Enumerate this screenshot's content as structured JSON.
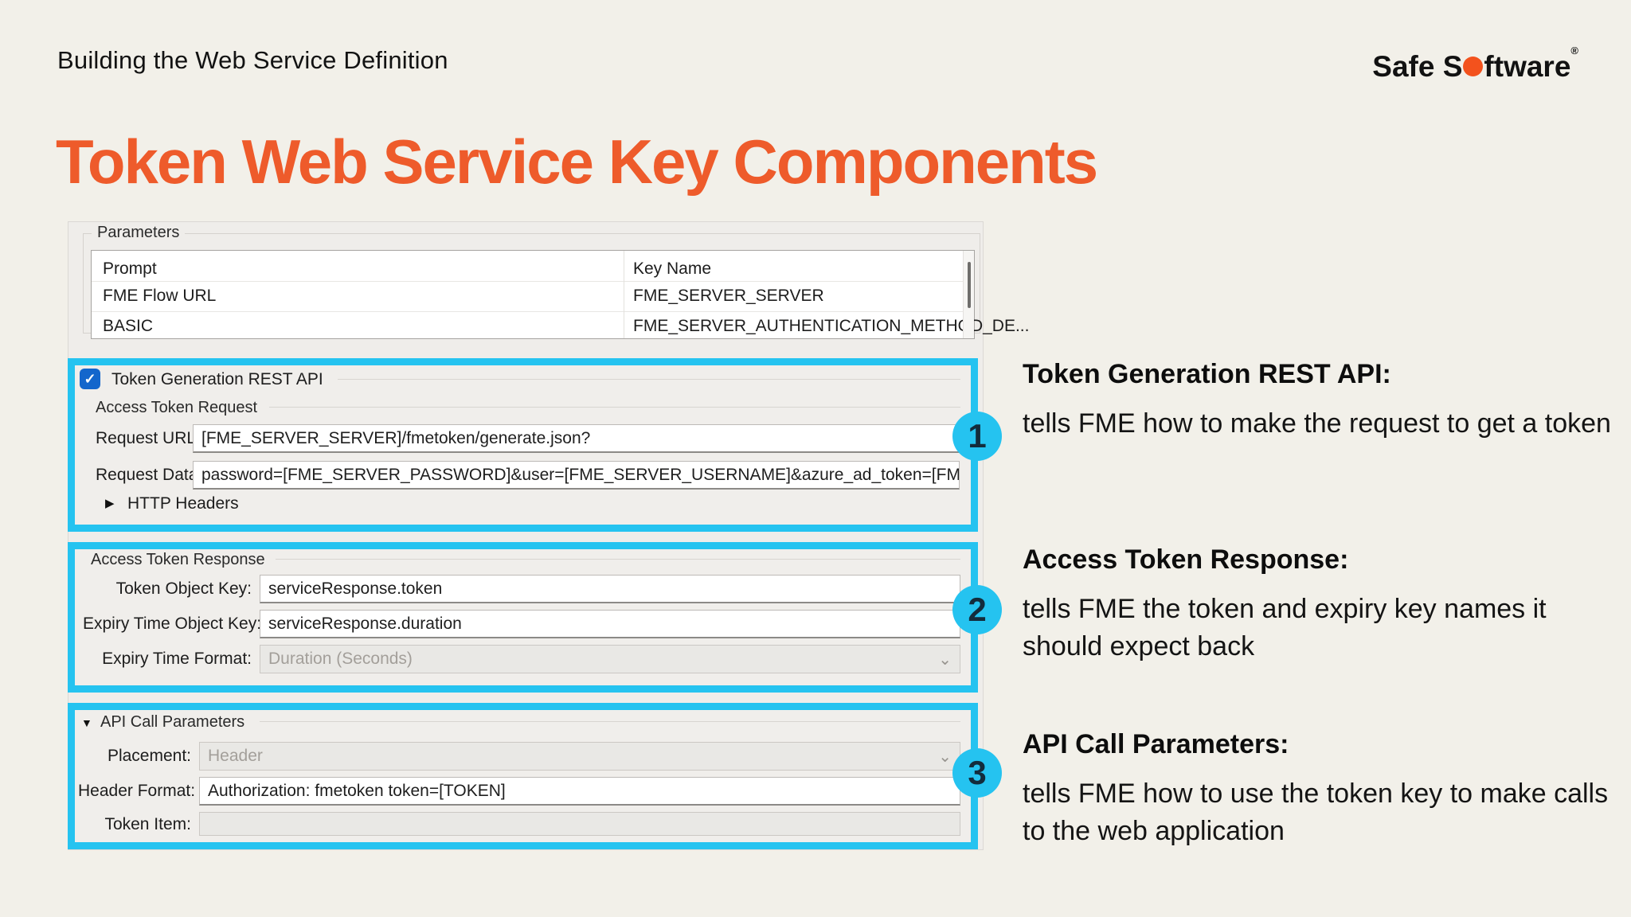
{
  "slide": {
    "header": {
      "eyebrow": "Building the Web Service Definition"
    },
    "logo": {
      "part1": "Safe S",
      "part2": "ftware",
      "trademark": "®"
    },
    "title": "Token Web Service Key Components"
  },
  "icons": {
    "check": "✓",
    "collapsed_arrow": "▶",
    "expanded_arrow": "▼",
    "dropdown_chevron": "⌄"
  },
  "dialog": {
    "parameters": {
      "group_label": "Parameters",
      "columns": [
        "Prompt",
        "Key Name"
      ],
      "rows": [
        {
          "prompt": "FME Flow URL",
          "key_name": "FME_SERVER_SERVER"
        },
        {
          "prompt": "BASIC",
          "key_name": "FME_SERVER_AUTHENTICATION_METHOD_DE..."
        }
      ]
    },
    "token_generation": {
      "checkbox_label": "Token Generation REST API",
      "checked": true,
      "request_group_label": "Access Token Request",
      "request_url_label": "Request URL:",
      "request_url_value": "[FME_SERVER_SERVER]/fmetoken/generate.json?",
      "request_data_label": "Request Data:",
      "request_data_value": "password=[FME_SERVER_PASSWORD]&user=[FME_SERVER_USERNAME]&azure_ad_token=[FME_SERVER_AZURE_",
      "http_headers_label": "HTTP Headers"
    },
    "token_response": {
      "group_label": "Access Token Response",
      "token_object_key_label": "Token Object Key:",
      "token_object_key_value": "serviceResponse.token",
      "expiry_key_label": "Expiry Time Object Key:",
      "expiry_key_value": "serviceResponse.duration",
      "expiry_format_label": "Expiry Time Format:",
      "expiry_format_value": "Duration (Seconds)"
    },
    "api_call": {
      "group_label": "API Call Parameters",
      "placement_label": "Placement:",
      "placement_value": "Header",
      "header_format_label": "Header Format:",
      "header_format_value": "Authorization: fmetoken token=[TOKEN]",
      "token_item_label": "Token Item:",
      "token_item_value": ""
    }
  },
  "callouts": [
    {
      "number": "1",
      "heading": "Token Generation REST API:",
      "body": "tells FME how to make the request to get a token"
    },
    {
      "number": "2",
      "heading": "Access Token Response:",
      "body": "tells FME the token and expiry key names it should expect back"
    },
    {
      "number": "3",
      "heading": "API Call Parameters:",
      "body": "tells FME how to use the token key to make calls to the web application"
    }
  ],
  "colors": {
    "background": "#F2F0E9",
    "accent_cyan": "#25C3F0",
    "title_orange": "#EE5B2B",
    "logo_dot_orange": "#F3521D",
    "checkbox_blue": "#1366CC",
    "dialog_background": "#EFEDEA",
    "disabled_text": "#A39F9A"
  }
}
